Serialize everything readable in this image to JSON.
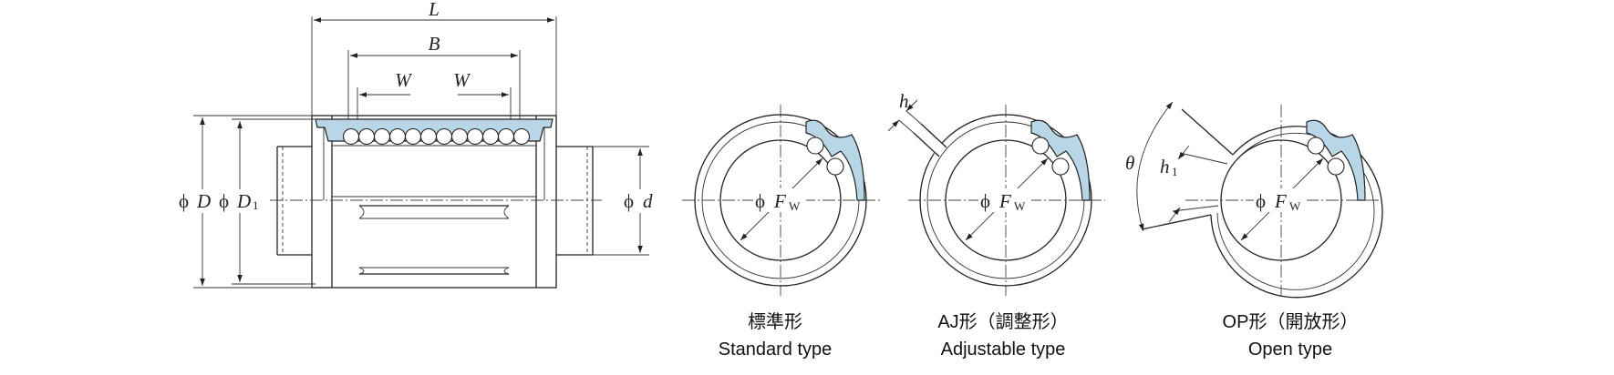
{
  "dimensions": {
    "L": "L",
    "B": "B",
    "W_left": "W",
    "W_right": "W",
    "phi": "ϕ",
    "D": "D",
    "D1_main": "D",
    "D1_sub": "1",
    "d": "d",
    "F": "F",
    "F_sub": "W",
    "h": "h",
    "h1_main": "h",
    "h1_sub": "1",
    "theta": "θ"
  },
  "captions": {
    "standard_jp": "標準形",
    "standard_en": "Standard type",
    "adjustable_jp": "AJ形（調整形）",
    "adjustable_en": "Adjustable type",
    "open_jp": "OP形（開放形）",
    "open_en": "Open type"
  },
  "colors": {
    "retainer_blue": "#b9d6e6",
    "line": "#222222"
  }
}
